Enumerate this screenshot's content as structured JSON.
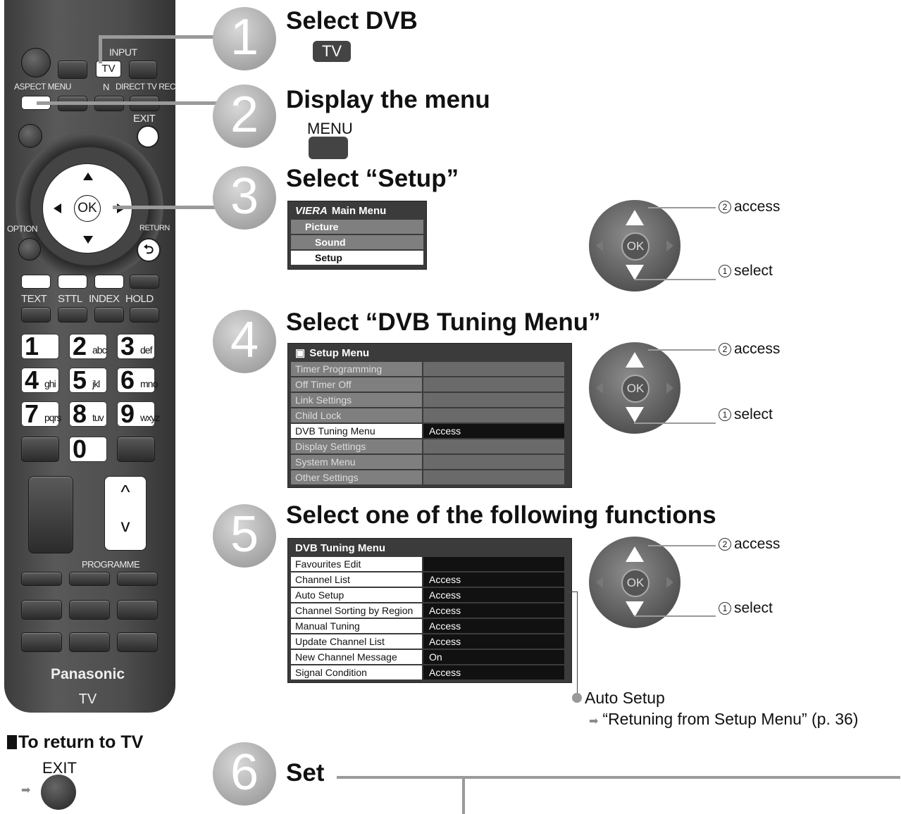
{
  "remote": {
    "labels": {
      "input": "INPUT",
      "tv": "TV",
      "aspect_menu": "ASPECT MENU",
      "n": "N",
      "direct_tv_rec": "DIRECT TV REC",
      "exit": "EXIT",
      "ok": "OK",
      "option": "OPTION",
      "return": "RETURN",
      "text": "TEXT",
      "sttl": "STTL",
      "index": "INDEX",
      "hold": "HOLD",
      "programme": "PROGRAMME",
      "brand": "Panasonic",
      "model": "TV",
      "up": "^",
      "down": "v"
    },
    "numbers": [
      {
        "digit": "1",
        "letters": ""
      },
      {
        "digit": "2",
        "letters": "abc"
      },
      {
        "digit": "3",
        "letters": "def"
      },
      {
        "digit": "4",
        "letters": "ghi"
      },
      {
        "digit": "5",
        "letters": "jkl"
      },
      {
        "digit": "6",
        "letters": "mno"
      },
      {
        "digit": "7",
        "letters": "pqrs"
      },
      {
        "digit": "8",
        "letters": "tuv"
      },
      {
        "digit": "9",
        "letters": "wxyz"
      },
      {
        "digit": "0",
        "letters": ""
      }
    ]
  },
  "return_to_tv": {
    "title": "To return to TV",
    "button": "EXIT"
  },
  "steps": [
    {
      "num": "1",
      "title": "Select DVB",
      "key": "TV"
    },
    {
      "num": "2",
      "title": "Display the menu",
      "key": "MENU"
    },
    {
      "num": "3",
      "title": "Select “Setup”"
    },
    {
      "num": "4",
      "title": "Select “DVB Tuning Menu”"
    },
    {
      "num": "5",
      "title": "Select one of the following functions"
    },
    {
      "num": "6",
      "title": "Set"
    }
  ],
  "main_menu": {
    "brand": "VIERA",
    "title": "Main Menu",
    "items": [
      "Picture",
      "Sound",
      "Setup"
    ]
  },
  "setup_menu": {
    "title": "Setup Menu",
    "items": [
      {
        "label": "Timer Programming",
        "value": ""
      },
      {
        "label": "Off Timer Off",
        "value": ""
      },
      {
        "label": "Link Settings",
        "value": ""
      },
      {
        "label": "Child Lock",
        "value": ""
      },
      {
        "label": "DVB Tuning Menu",
        "value": "Access"
      },
      {
        "label": "Display Settings",
        "value": ""
      },
      {
        "label": "System Menu",
        "value": ""
      },
      {
        "label": "Other Settings",
        "value": ""
      }
    ]
  },
  "dvb_menu": {
    "title": "DVB Tuning Menu",
    "items": [
      {
        "label": "Favourites Edit",
        "value": ""
      },
      {
        "label": "Channel List",
        "value": "Access"
      },
      {
        "label": "Auto Setup",
        "value": "Access"
      },
      {
        "label": "Channel Sorting by Region",
        "value": "Access"
      },
      {
        "label": "Manual Tuning",
        "value": "Access"
      },
      {
        "label": "Update Channel List",
        "value": "Access"
      },
      {
        "label": "New Channel Message",
        "value": "On"
      },
      {
        "label": "Signal Condition",
        "value": "Access"
      }
    ]
  },
  "dpad": {
    "ok": "OK",
    "access": "access",
    "select": "select",
    "access_num": "2",
    "select_num": "1"
  },
  "auto_setup_note": {
    "title": "Auto Setup",
    "ref": "“Retuning from Setup Menu” (p. 36)"
  }
}
